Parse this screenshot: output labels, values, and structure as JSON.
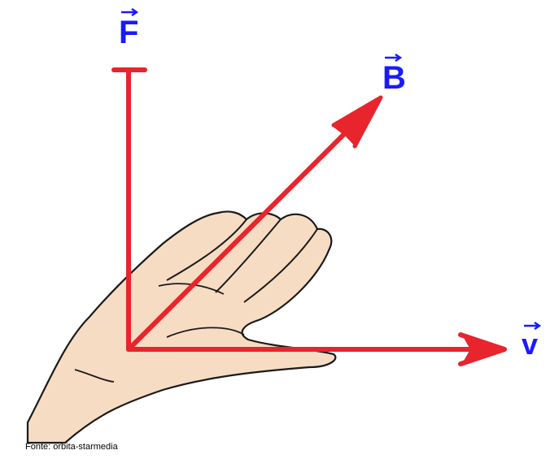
{
  "labels": {
    "force": "F",
    "field": "B",
    "velocity": "v"
  },
  "source": "Fonte: orbita-starmedia",
  "colors": {
    "vector": "#e8242c",
    "label": "#1a1aff",
    "skin": "#f7dcc4",
    "outline": "#1a1a1a"
  }
}
